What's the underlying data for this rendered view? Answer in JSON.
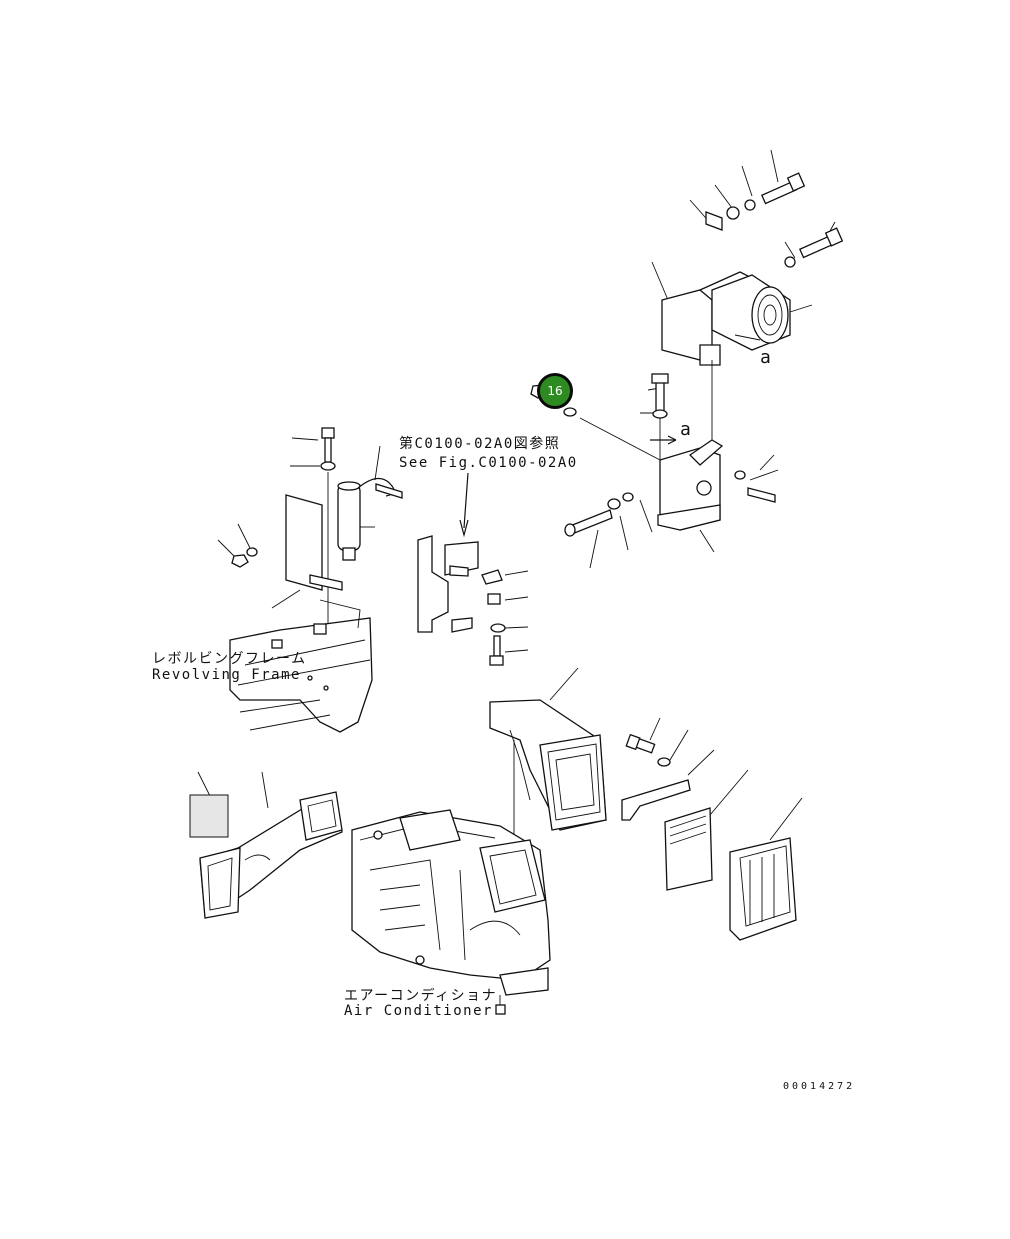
{
  "labels": {
    "see_fig_jp": "第C0100-02A0図参照",
    "see_fig_en": "See Fig.C0100-02A0",
    "revolving_frame_jp": "レボルビングフレーム",
    "revolving_frame_en": "Revolving Frame",
    "air_conditioner_jp": "エアーコンディショナ",
    "air_conditioner_en": "Air Conditioner",
    "view_a_upper": "a",
    "view_a_lower": "a"
  },
  "callouts": [
    {
      "number": "16",
      "color": "#2e8b22"
    }
  ],
  "figure_number": "00014272"
}
